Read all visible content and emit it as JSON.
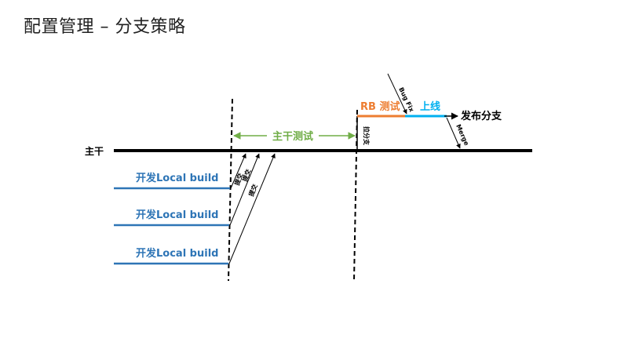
{
  "slide": {
    "title": "配置管理 – 分支策略"
  },
  "colors": {
    "trunk": "#000000",
    "local": "#2E75B6",
    "test": "#70AD47",
    "rb": "#ED7D31",
    "online": "#00B0F0"
  },
  "labels": {
    "trunk": "主干",
    "trunk_test": "主干测试",
    "rb_test": "RB 测试",
    "online": "上线",
    "release_branch": "发布分支",
    "bug_fix": "Bug Fix",
    "merge": "Merge",
    "branch_off": "拉分支",
    "local_builds": [
      "开发Local build",
      "开发Local build",
      "开发Local build"
    ],
    "submits": [
      "提交",
      "提交",
      "提交"
    ]
  }
}
